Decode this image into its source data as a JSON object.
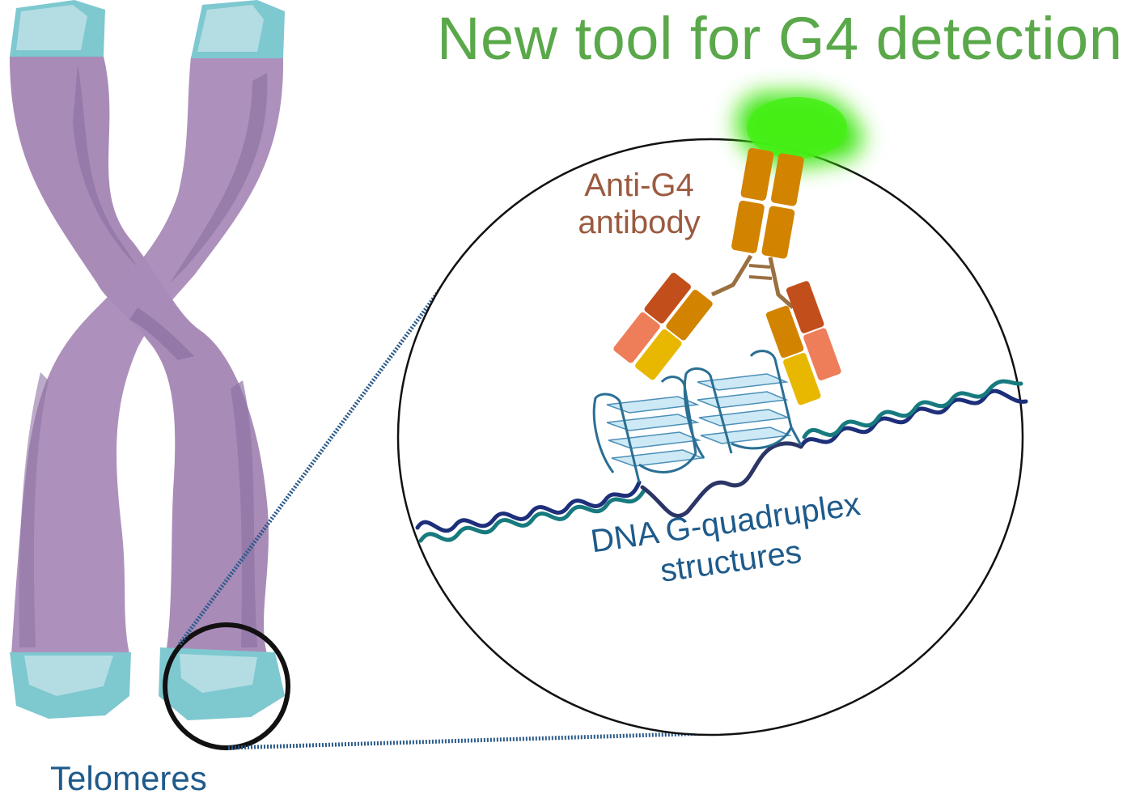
{
  "title": "New tool for G4 detection",
  "labels": {
    "antibody_line1": "Anti-G4",
    "antibody_line2": "antibody",
    "g4_line1": "DNA G-quadruplex",
    "g4_line2": "structures",
    "telomeres": "Telomeres"
  },
  "colors": {
    "title": "#5aa84a",
    "antibody_label": "#9b5a3f",
    "g4_label": "#1e5a8a",
    "telomeres_label": "#1e5a8a",
    "chromosome": "#a98bb8",
    "chromosome_shade": "#8f73a3",
    "telomere": "#7ec8d0",
    "telomere_light": "#b4dde3",
    "fluorophore": "#3ee60f",
    "antibody_heavy": "#d28400",
    "antibody_light_dark": "#c24e1c",
    "antibody_light_pale": "#ee7d5a",
    "antibody_yellow": "#e8b800",
    "dna_strand_a": "#1d2f7a",
    "dna_strand_b": "#177a7e",
    "g_tetrad": "#cde9f5",
    "g_tetrad_line": "#4a8fb8"
  },
  "icons": [
    "chromosome-icon",
    "telomere-icon",
    "magnifier-circle-icon",
    "antibody-icon",
    "fluorophore-icon",
    "dna-helix-icon",
    "g-quadruplex-icon"
  ]
}
